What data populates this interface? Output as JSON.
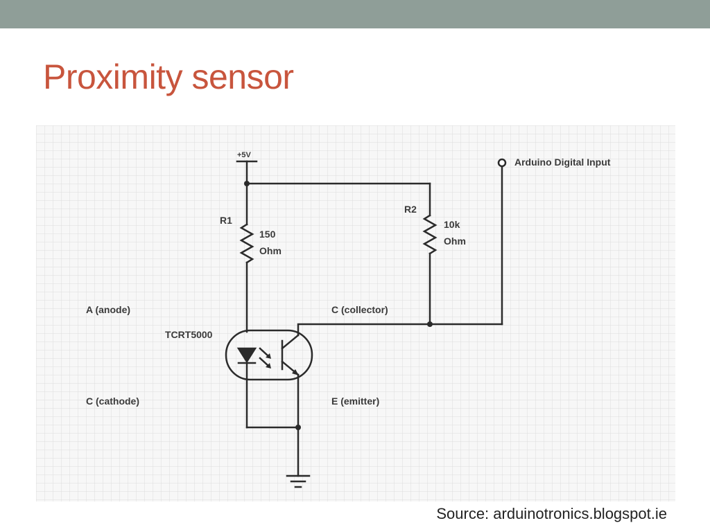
{
  "slide": {
    "title": "Proximity sensor",
    "source": "Source: arduinotronics.blogspot.ie",
    "top_bar_color": "#8f9e98",
    "title_color": "#c8553d"
  },
  "schematic": {
    "supply_label": "+5V",
    "output_label": "Arduino Digital Input",
    "r1_ref": "R1",
    "r1_value_line1": "150",
    "r1_value_line2": "Ohm",
    "r2_ref": "R2",
    "r2_value_line1": "10k",
    "r2_value_line2": "Ohm",
    "anode_label": "A (anode)",
    "cathode_label": "C (cathode)",
    "collector_label": "C (collector)",
    "emitter_label": "E (emitter)",
    "part_label": "TCRT5000",
    "grid_color": "#dcdcdc",
    "wire_color": "#2b2b2b"
  }
}
